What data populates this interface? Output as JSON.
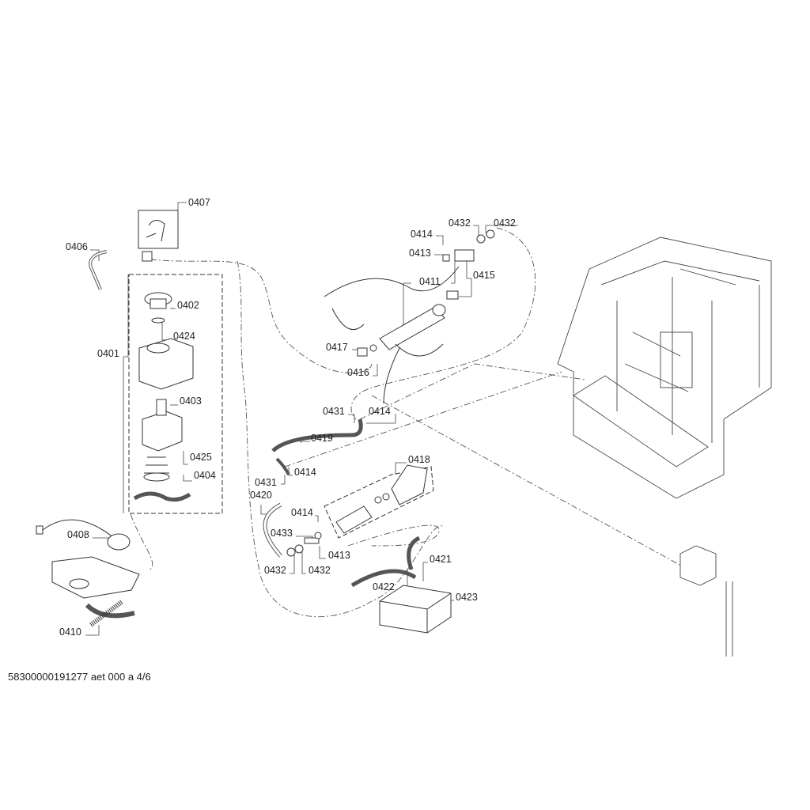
{
  "labels": [
    "0407",
    "0406",
    "0402",
    "0424",
    "0401",
    "0403",
    "0425",
    "0404",
    "0408",
    "0410",
    "0414",
    "0432",
    "0432",
    "0413",
    "0411",
    "0415",
    "0417",
    "0416",
    "0431",
    "0414",
    "0419",
    "0418",
    "0431",
    "0414",
    "0420",
    "0414",
    "0433",
    "0413",
    "0432",
    "0432",
    "0421",
    "0422",
    "0423"
  ],
  "footer": "58300000191277 aet 000 a 4/6"
}
